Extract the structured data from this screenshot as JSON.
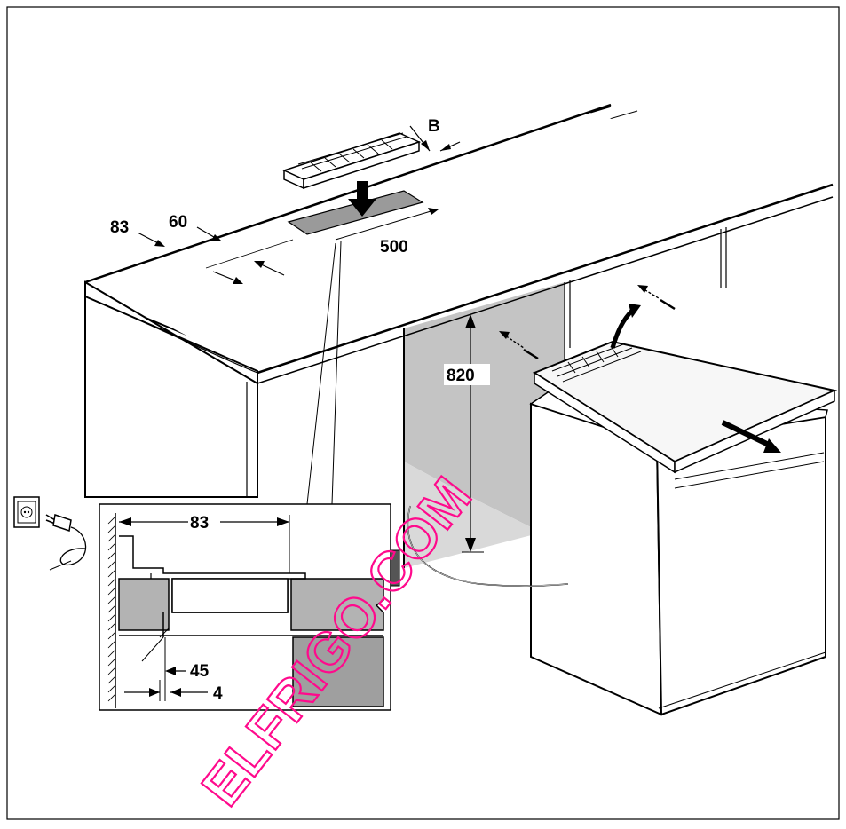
{
  "diagram": {
    "labels": {
      "b": "B",
      "depth_83": "83",
      "depth_60": "60",
      "width_500": "500",
      "height_820": "820",
      "detail_83": "83",
      "detail_45": "45",
      "detail_4": "4"
    },
    "watermark": "ELFRIGO.COM",
    "colors": {
      "line": "#000000",
      "shade": "#bdbdbd",
      "dark_shade": "#9a9a9a",
      "watermark": "#ff0a8c"
    }
  }
}
